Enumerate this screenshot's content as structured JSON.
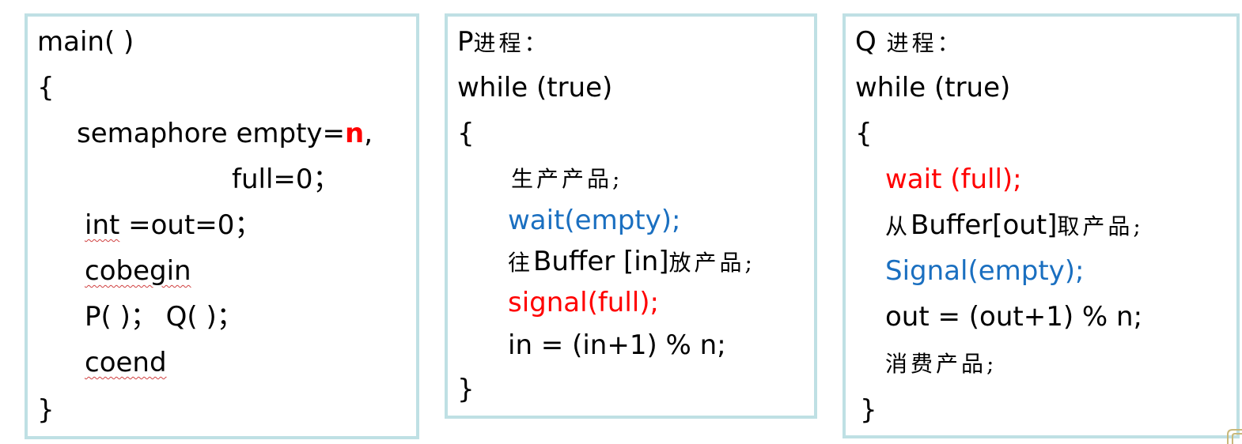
{
  "colors": {
    "border": "#bfe0e4",
    "text": "#000000",
    "red": "#ff0000",
    "blue": "#1a6fc0"
  },
  "main_block": {
    "line1": "main( )",
    "line2": "{",
    "line3_prefix": "semaphore empty=",
    "line3_value": "n",
    "line3_suffix": ",",
    "line4": "full=0；",
    "line5_keyword": "int",
    "line5_rest": " =out=0；",
    "line6": "cobegin",
    "line7": "P( )；  Q( )；",
    "line8": "coend",
    "line9": "}"
  },
  "p_block": {
    "title_letter": "P",
    "title_cn": "进程：",
    "line1": "while (true)",
    "line2": "{",
    "line3": "生产产品;",
    "line4": "wait(empty);",
    "line5_cn1": "往",
    "line5_mid": "Buffer [in]",
    "line5_cn2": "放产品;",
    "line6": "signal(full);",
    "line7": "in =  (in+1) % n;",
    "line8": "}"
  },
  "q_block": {
    "title_letter": "Q",
    "title_cn": " 进程：",
    "line1": "while (true)",
    "line2": "{",
    "line3": "wait (full);",
    "line4_cn1": "从",
    "line4_mid": "Buffer[out]",
    "line4_cn2": "取产品;",
    "line5": "Signal(empty);",
    "line6": "out  =  (out+1) % n;",
    "line7": "消费产品;",
    "line8": "}"
  }
}
